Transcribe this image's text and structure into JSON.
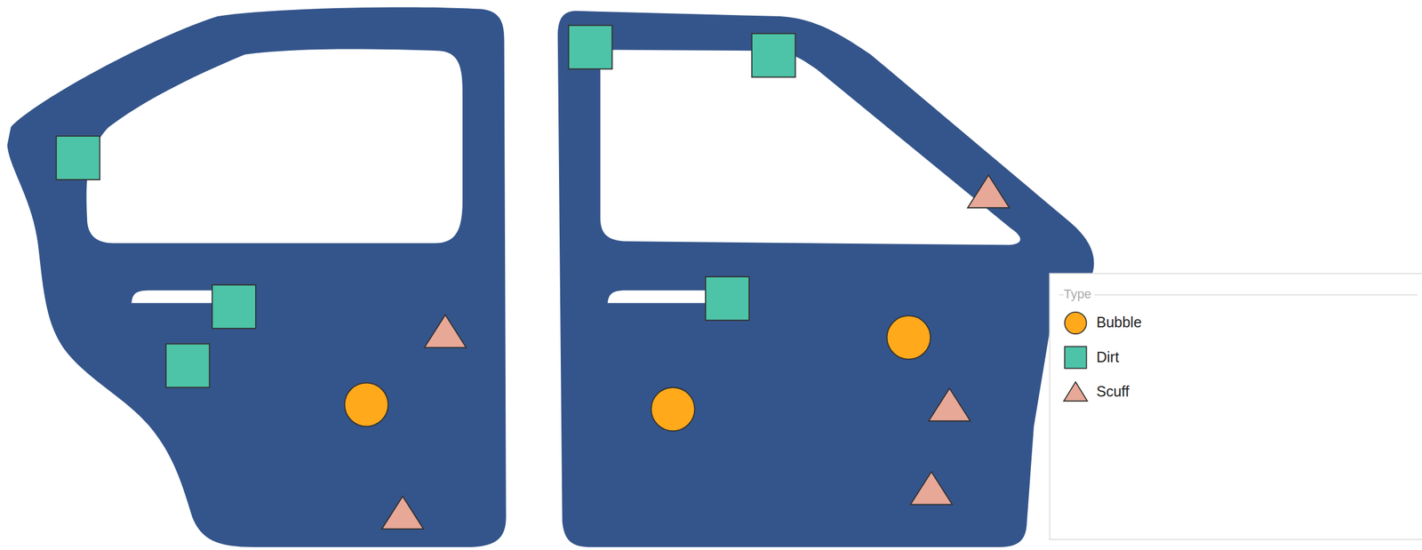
{
  "diagram": {
    "labels": [
      "Type"
    ],
    "legend": [
      {
        "text": "Bubble"
      },
      {
        "text": "Dirt"
      },
      {
        "text": "Scuff"
      }
    ]
  }
}
